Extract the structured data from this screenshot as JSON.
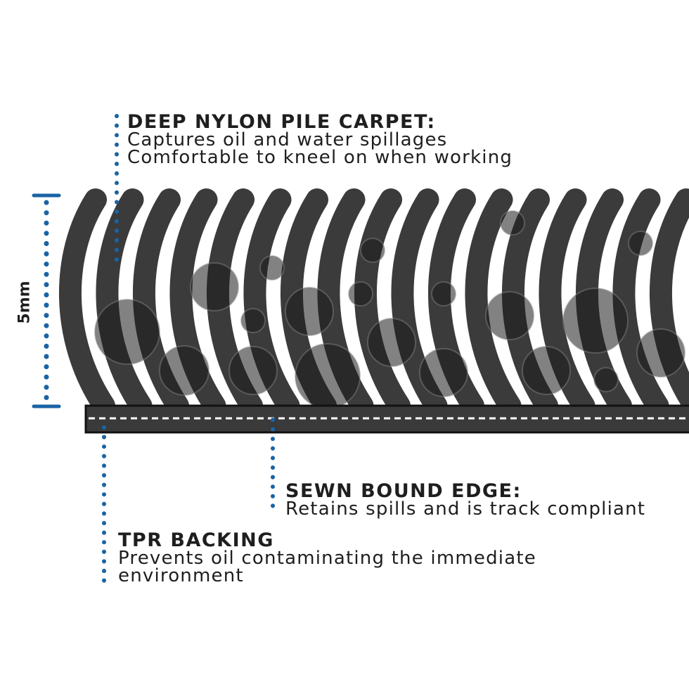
{
  "callouts": {
    "nylon": {
      "heading": "DEEP NYLON PILE CARPET:",
      "lines": [
        "Captures oil and water spillages",
        "Comfortable to kneel on when working"
      ]
    },
    "edge": {
      "heading": "SEWN BOUND EDGE:",
      "lines": [
        "Retains spills and is track compliant"
      ]
    },
    "backing": {
      "heading": "TPR BACKING",
      "lines": [
        "Prevents oil contaminating the immediate",
        "environment"
      ]
    }
  },
  "dimension": {
    "label": "5mm"
  },
  "colors": {
    "fibre": "#3b3b3b",
    "backing": "#3a3a3a",
    "stitch": "#ffffff",
    "droplet_dark": "#1c1c1c",
    "droplet_light": "#8a8a8a",
    "accent_blue": "#1a63a5",
    "text": "#1e1e1e"
  }
}
